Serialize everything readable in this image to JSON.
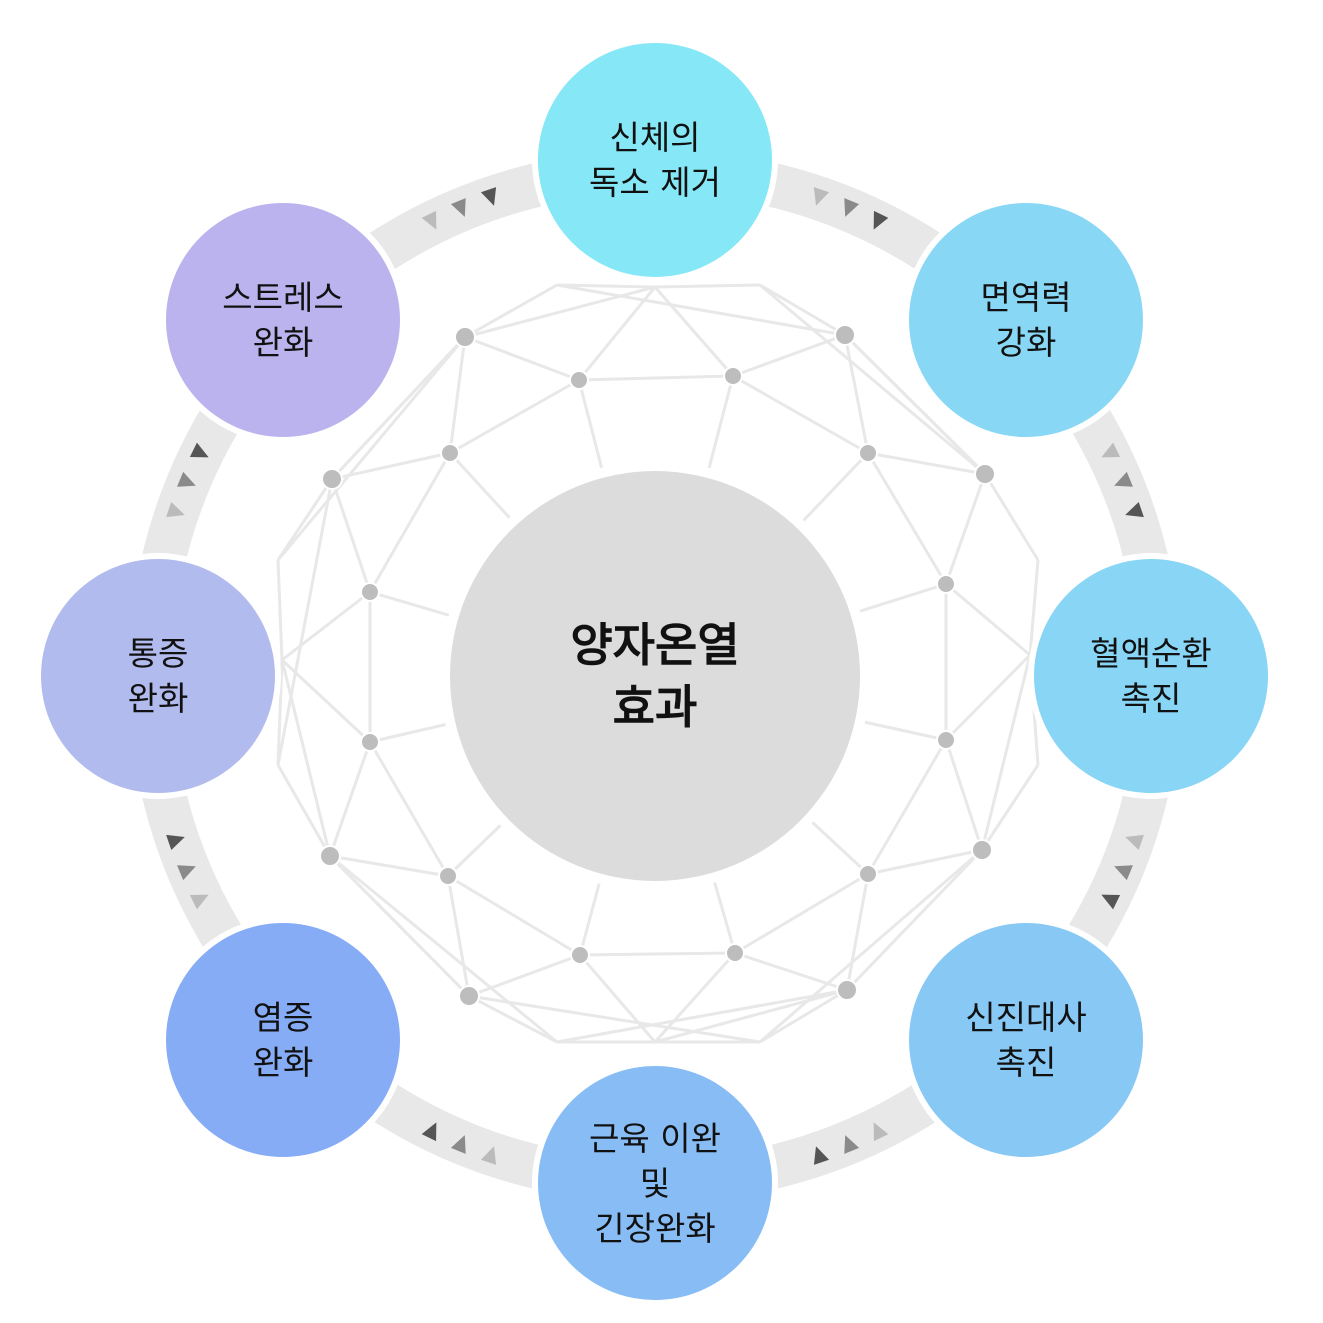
{
  "center": {
    "title": "양자온열\n효과",
    "color": "#dcdcdc"
  },
  "nodes": [
    {
      "label": "신체의\n독소 제거",
      "color": "#86e7f6"
    },
    {
      "label": "면역력\n강화",
      "color": "#88d7f5"
    },
    {
      "label": "혈액순환\n촉진",
      "color": "#88d5f5"
    },
    {
      "label": "신진대사\n촉진",
      "color": "#88c8f5"
    },
    {
      "label": "근육 이완\n및\n긴장완화",
      "color": "#88bcf5"
    },
    {
      "label": "염증\n완화",
      "color": "#86acf5"
    },
    {
      "label": "통증\n완화",
      "color": "#b2bbee"
    },
    {
      "label": "스트레스\n완화",
      "color": "#bbb3ee"
    }
  ],
  "arrow_icon": "triangle-arrow-icon",
  "colors": {
    "arc": "#e8e8e8",
    "web_line": "#e8e8e8",
    "web_dot": "#bdbdbd",
    "arrows": [
      "#bbbbbb",
      "#8a8a8a",
      "#555555"
    ]
  }
}
